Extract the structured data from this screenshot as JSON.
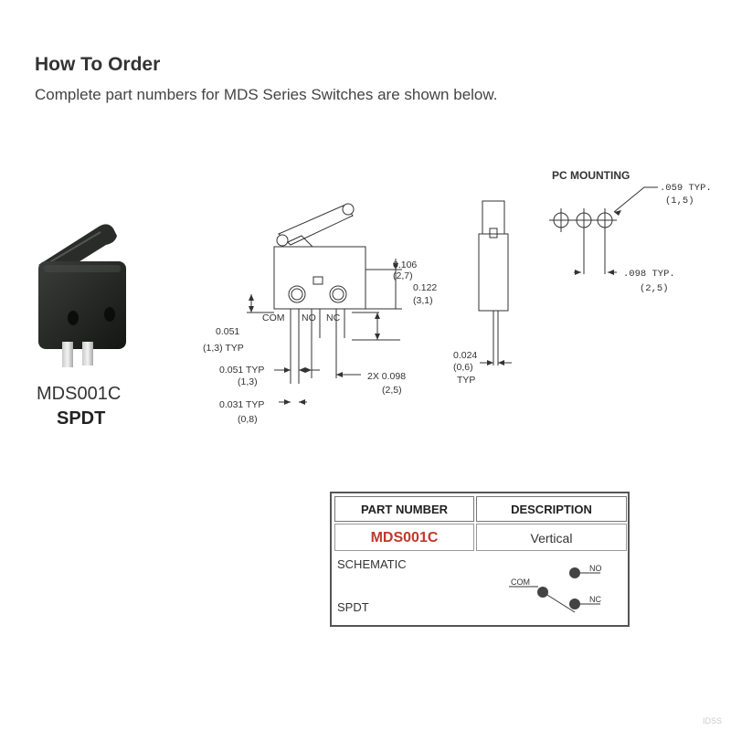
{
  "header": {
    "title": "How To Order",
    "subtitle": "Complete part numbers for MDS Series Switches are shown below."
  },
  "product": {
    "part_number": "MDS001C",
    "type": "SPDT"
  },
  "drawing": {
    "pin_labels": [
      "COM",
      "NO",
      "NC"
    ],
    "dim_0106": "0.106",
    "dim_0106_mm": "(2,7)",
    "dim_0122": "0.122",
    "dim_0122_mm": "(3,1)",
    "dim_0051": "0.051",
    "dim_0051_typ": "(1,3) TYP",
    "dim_0051_typ2": "0.051 TYP",
    "dim_0051_typ2_mm": "(1,3)",
    "dim_2x0098": "2X 0.098",
    "dim_2x0098_mm": "(2,5)",
    "dim_0031_typ": "0.031 TYP",
    "dim_0031_typ_mm": "(0,8)",
    "dim_0024": "0.024",
    "dim_0024_mm": "(0,6)",
    "dim_0024_typ": "TYP",
    "pc_mounting": "PC MOUNTING",
    "pc_hole": ".059 TYP.",
    "pc_hole_mm": "(1,5)",
    "pc_pitch": ".098 TYP.",
    "pc_pitch_mm": "(2,5)"
  },
  "table": {
    "col_part": "PART NUMBER",
    "col_desc": "DESCRIPTION",
    "part_number": "MDS001C",
    "description": "Vertical",
    "schematic_label": "SCHEMATIC",
    "schematic_type": "SPDT",
    "sch_com": "COM",
    "sch_no": "NO",
    "sch_nc": "NC",
    "part_color": "#c0392b"
  },
  "watermark": "IDSS"
}
